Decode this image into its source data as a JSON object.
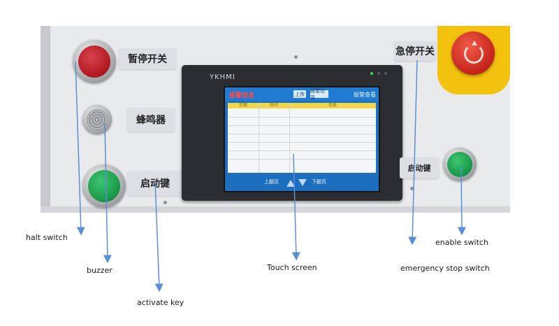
{
  "panel": {
    "tag_halt": "暂停开关",
    "tag_buzzer": "蜂鸣器",
    "tag_activate": "启动键",
    "tag_emergency": "急停开关",
    "tag_enable": "启动键"
  },
  "hmi": {
    "brand": "YKHMI",
    "title": "报警信息",
    "chip_1": "上传",
    "chip_2": "报警记录",
    "status": "报警查看",
    "columns": [
      "日期",
      "时间",
      "信息"
    ],
    "nav_prev": "上翻页",
    "nav_next": "下翻页"
  },
  "callouts": {
    "halt_switch": "halt switch",
    "buzzer": "buzzer",
    "activate_key": "activate key",
    "touch_screen": "Touch screen",
    "emergency_stop_switch": "emergency stop switch",
    "enable_switch": "enable switch"
  },
  "colors": {
    "arrow": "#5b8ed8",
    "red_button": "#b41a24",
    "green_button": "#1a9a4a",
    "estop_red": "#c4231a",
    "estop_yellow": "#f3c20e"
  },
  "icons": {
    "buzzer": "buzzer-icon",
    "estop_rotate": "rotate-arrow-icon"
  }
}
